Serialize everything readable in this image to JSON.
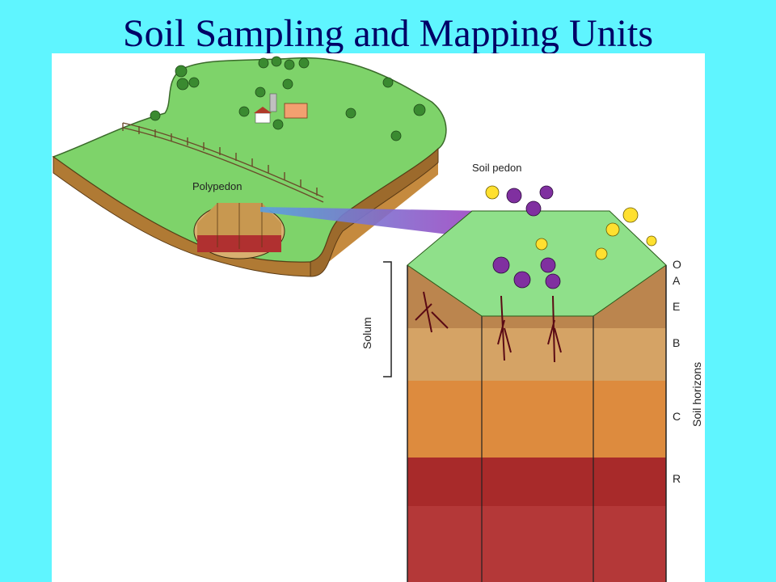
{
  "title": "Soil Sampling and Mapping Units",
  "diagram": {
    "labels": {
      "polypedon": "Polypedon",
      "soil_pedon": "Soil pedon",
      "solum": "Solum",
      "soil_horizons": "Soil horizons"
    },
    "horizons": [
      "O",
      "A",
      "E",
      "B",
      "C",
      "R"
    ]
  }
}
